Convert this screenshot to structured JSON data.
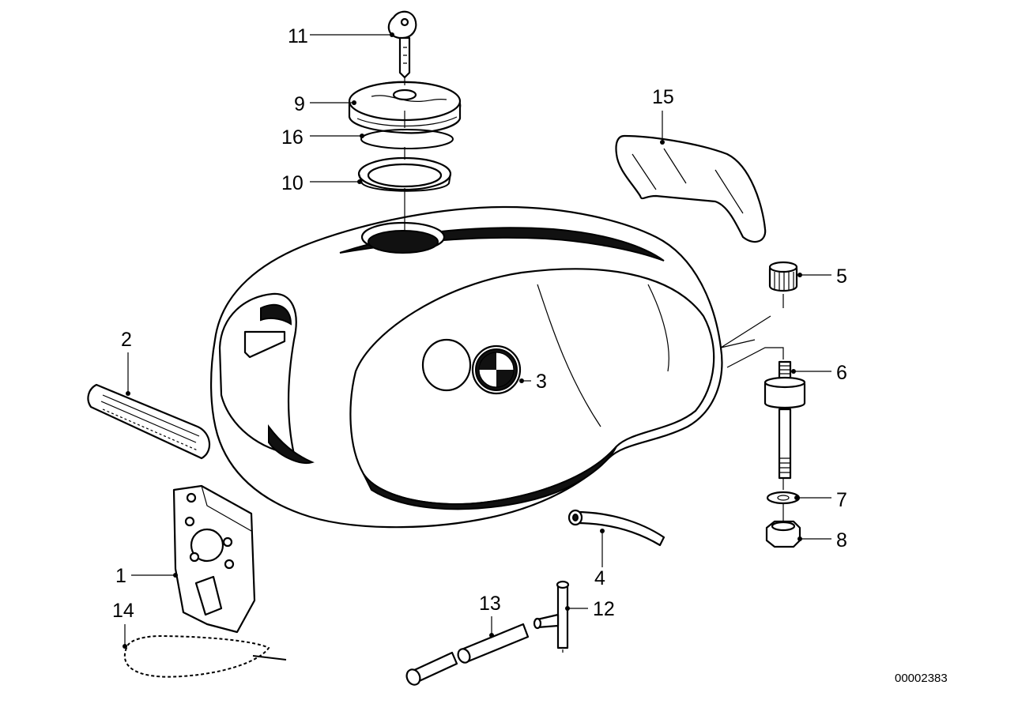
{
  "diagram": {
    "reference_number": "00002383",
    "callouts": [
      {
        "id": "c1",
        "label": "1"
      },
      {
        "id": "c2",
        "label": "2"
      },
      {
        "id": "c3",
        "label": "3"
      },
      {
        "id": "c4",
        "label": "4"
      },
      {
        "id": "c5",
        "label": "5"
      },
      {
        "id": "c6",
        "label": "6"
      },
      {
        "id": "c7",
        "label": "7"
      },
      {
        "id": "c8",
        "label": "8"
      },
      {
        "id": "c9",
        "label": "9"
      },
      {
        "id": "c10",
        "label": "10"
      },
      {
        "id": "c11",
        "label": "11"
      },
      {
        "id": "c12",
        "label": "12"
      },
      {
        "id": "c13",
        "label": "13"
      },
      {
        "id": "c14",
        "label": "14"
      },
      {
        "id": "c15",
        "label": "15"
      },
      {
        "id": "c16",
        "label": "16"
      }
    ]
  }
}
